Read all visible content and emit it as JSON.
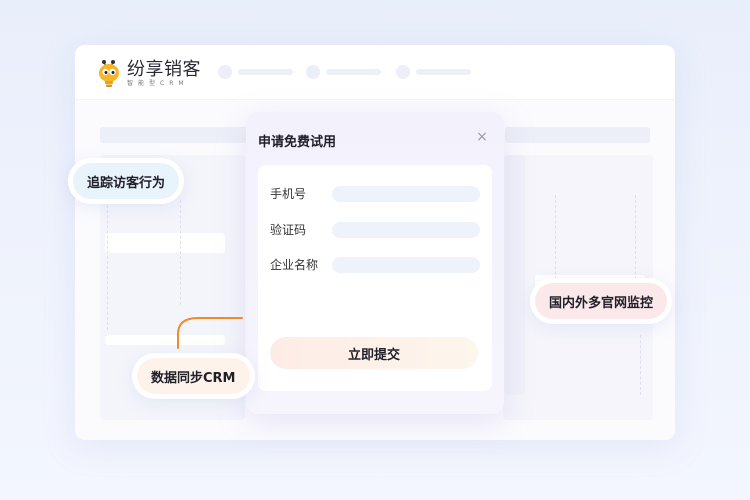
{
  "app": {
    "logo": {
      "icon": "bee-lightbulb-mascot-icon",
      "title": "纷享销客",
      "subtitle": "智能型CRM"
    }
  },
  "nav": {
    "items": [
      {
        "icon": "placeholder-dot-icon",
        "label": ""
      },
      {
        "icon": "placeholder-pin-icon",
        "label": ""
      },
      {
        "icon": "placeholder-dot-icon",
        "label": ""
      }
    ]
  },
  "dialog": {
    "title": "申请免费试用",
    "close_icon": "close-icon",
    "close_glyph": "×",
    "fields": [
      {
        "label": "手机号",
        "value": "",
        "placeholder": ""
      },
      {
        "label": "验证码",
        "value": "",
        "placeholder": ""
      },
      {
        "label": "企业名称",
        "value": "",
        "placeholder": ""
      }
    ],
    "submit_label": "立即提交"
  },
  "features": [
    {
      "label": "追踪访客行为",
      "color": "#e9f3fb"
    },
    {
      "label": "数据同步CRM",
      "color": "#fdf3ea"
    },
    {
      "label": "国内外多官网监控",
      "color": "#fbe8ea"
    }
  ],
  "colors": {
    "accent_orange": "#f08a2c",
    "background": "#eaeffb"
  }
}
